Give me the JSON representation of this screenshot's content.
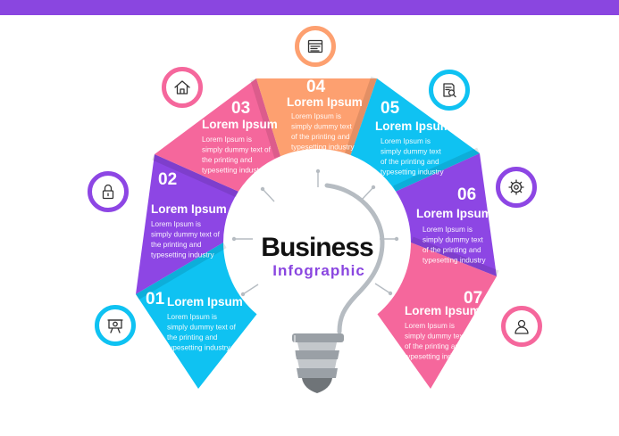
{
  "colors": {
    "bar": "#8a46e0",
    "cyan": "#0fc2f2",
    "purple": "#8d46e4",
    "pink": "#f5679c",
    "orange": "#fda070",
    "bulb_stroke": "#b6bcc2",
    "bulb_base": "#9aa0a6",
    "bulb_dark": "#6f7478",
    "subtitle": "#8a46e0"
  },
  "center": {
    "title": "Business",
    "subtitle": "Infographic"
  },
  "segments": [
    {
      "num": "01",
      "title": "Lorem Ipsum",
      "body": [
        "Lorem Ipsum is",
        "simply dummy text of",
        "the printing and",
        "typesetting industry"
      ],
      "icon": "presentation-icon",
      "color": "#0fc2f2"
    },
    {
      "num": "02",
      "title": "Lorem Ipsum",
      "body": [
        "Lorem Ipsum is",
        "simply dummy text of",
        "the printing and",
        "typesetting industry"
      ],
      "icon": "lock-icon",
      "color": "#8d46e4"
    },
    {
      "num": "03",
      "title": "Lorem Ipsum",
      "body": [
        "Lorem Ipsum is",
        "simply dummy text of",
        "the printing and",
        "typesetting industry"
      ],
      "icon": "home-icon",
      "color": "#f5679c"
    },
    {
      "num": "04",
      "title": "Lorem Ipsum",
      "body": [
        "Lorem Ipsum is",
        "simply dummy text",
        "of the printing and",
        "typesetting industry"
      ],
      "icon": "browser-window-icon",
      "color": "#fda070"
    },
    {
      "num": "05",
      "title": "Lorem Ipsum",
      "body": [
        "Lorem Ipsum is",
        "simply dummy text",
        "of the printing and",
        "typesetting industry"
      ],
      "icon": "document-search-icon",
      "color": "#0fc2f2"
    },
    {
      "num": "06",
      "title": "Lorem Ipsum",
      "body": [
        "Lorem Ipsum is",
        "simply dummy text",
        "of the printing and",
        "typesetting industry"
      ],
      "icon": "gear-icon",
      "color": "#8d46e4"
    },
    {
      "num": "07",
      "title": "Lorem Ipsum",
      "body": [
        "Lorem Ipsum is",
        "simply dummy text",
        "of the printing and",
        "typesetting industry"
      ],
      "icon": "user-icon",
      "color": "#f5679c"
    }
  ]
}
